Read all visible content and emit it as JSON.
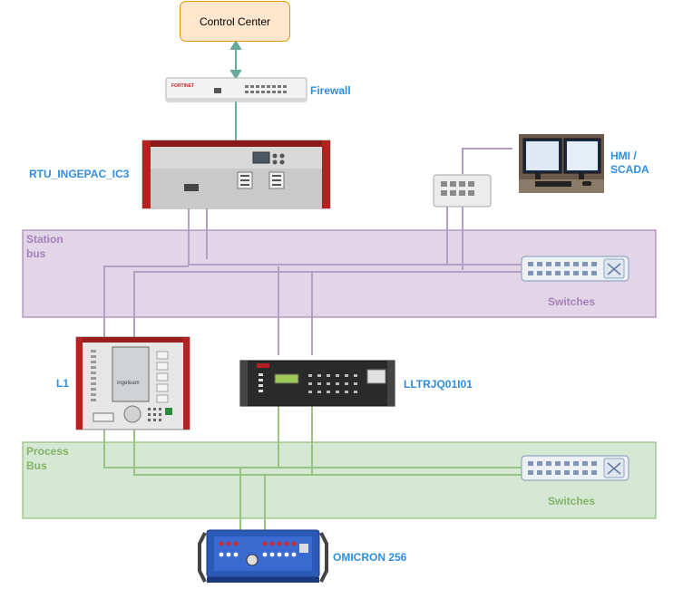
{
  "control_center": {
    "label": "Control Center"
  },
  "firewall": {
    "label": "Firewall",
    "brand": "FORTINET"
  },
  "rtu": {
    "label": "RTU_INGEPAC_IC3"
  },
  "hmi": {
    "label": "HMI /\nSCADA"
  },
  "station_bus": {
    "label": "Station\nbus",
    "switch_label": "Switches"
  },
  "l1": {
    "label": "L1",
    "screen_text": "ingeteam"
  },
  "lltr": {
    "label": "LLTRJQ01I01"
  },
  "process_bus": {
    "label": "Process\nBus",
    "switch_label": "Switches"
  },
  "omicron": {
    "label": "OMICRON 256"
  },
  "colors": {
    "station_fill": "#e1d5e7",
    "station_border": "#9673a6",
    "station_text": "#a680b8",
    "process_fill": "#d5e8d4",
    "process_border": "#82b366",
    "process_text": "#82b366",
    "station_line": "#b39ec4",
    "process_line": "#97c57f",
    "control_arrow": "#67ab9f",
    "label_blue": "#2f8ee0"
  }
}
